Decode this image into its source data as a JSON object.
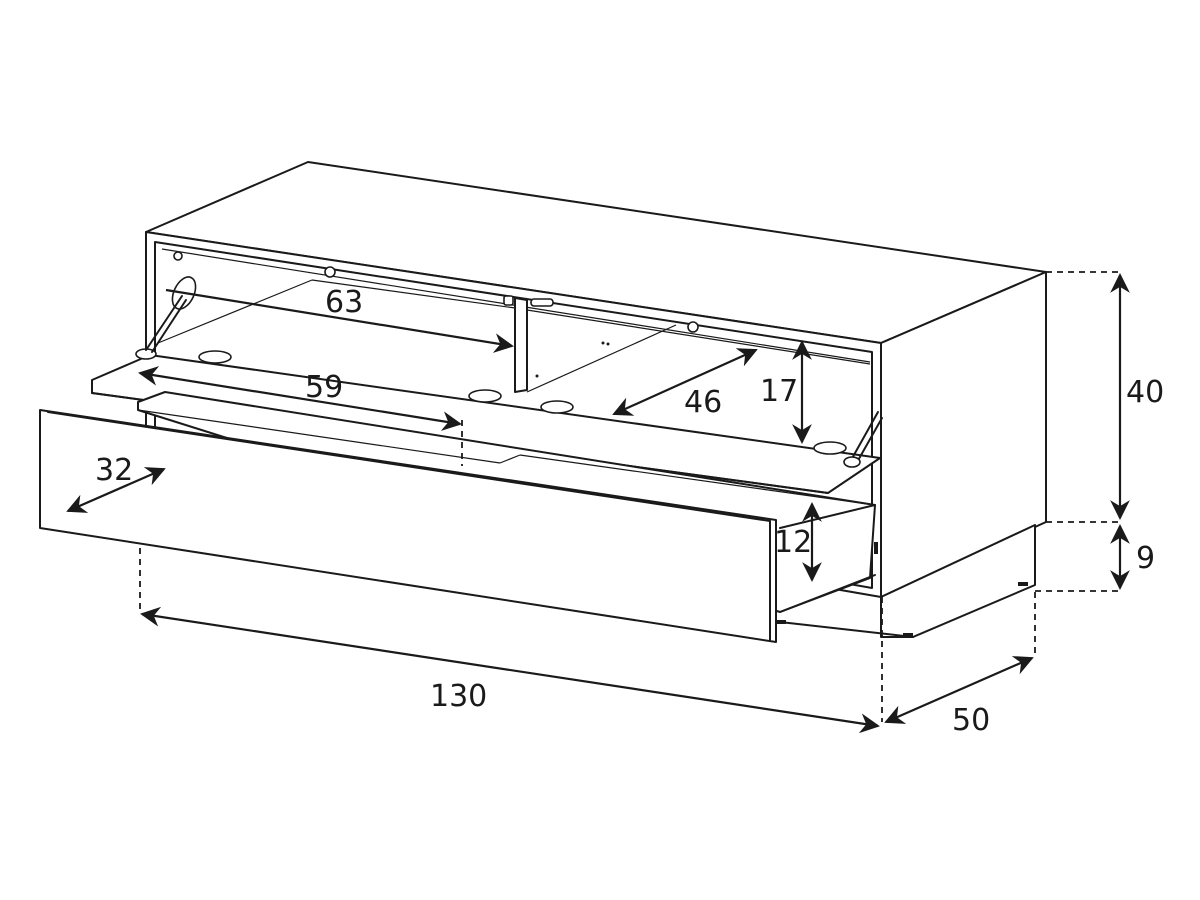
{
  "diagram": {
    "dimensions": {
      "width": "130",
      "depth": "50",
      "height": "40",
      "base_height": "9",
      "shelf_width": "63",
      "flap_width": "59",
      "inner_depth": "46",
      "shelf_height": "17",
      "drawer_depth": "32",
      "drawer_height": "12"
    }
  }
}
